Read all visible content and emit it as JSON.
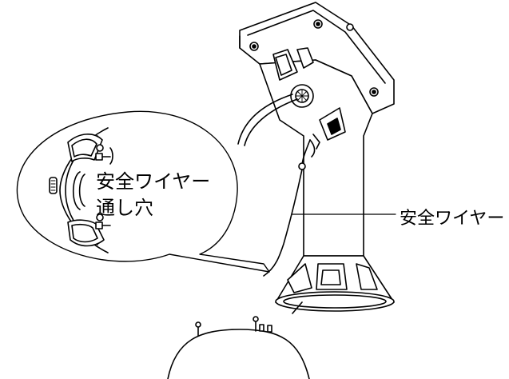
{
  "labels": {
    "wire_hole_line1": "安全ワイヤー",
    "wire_hole_line2": "通し穴",
    "safety_wire": "安全ワイヤー"
  },
  "colors": {
    "line": "#000000",
    "background": "#ffffff"
  }
}
